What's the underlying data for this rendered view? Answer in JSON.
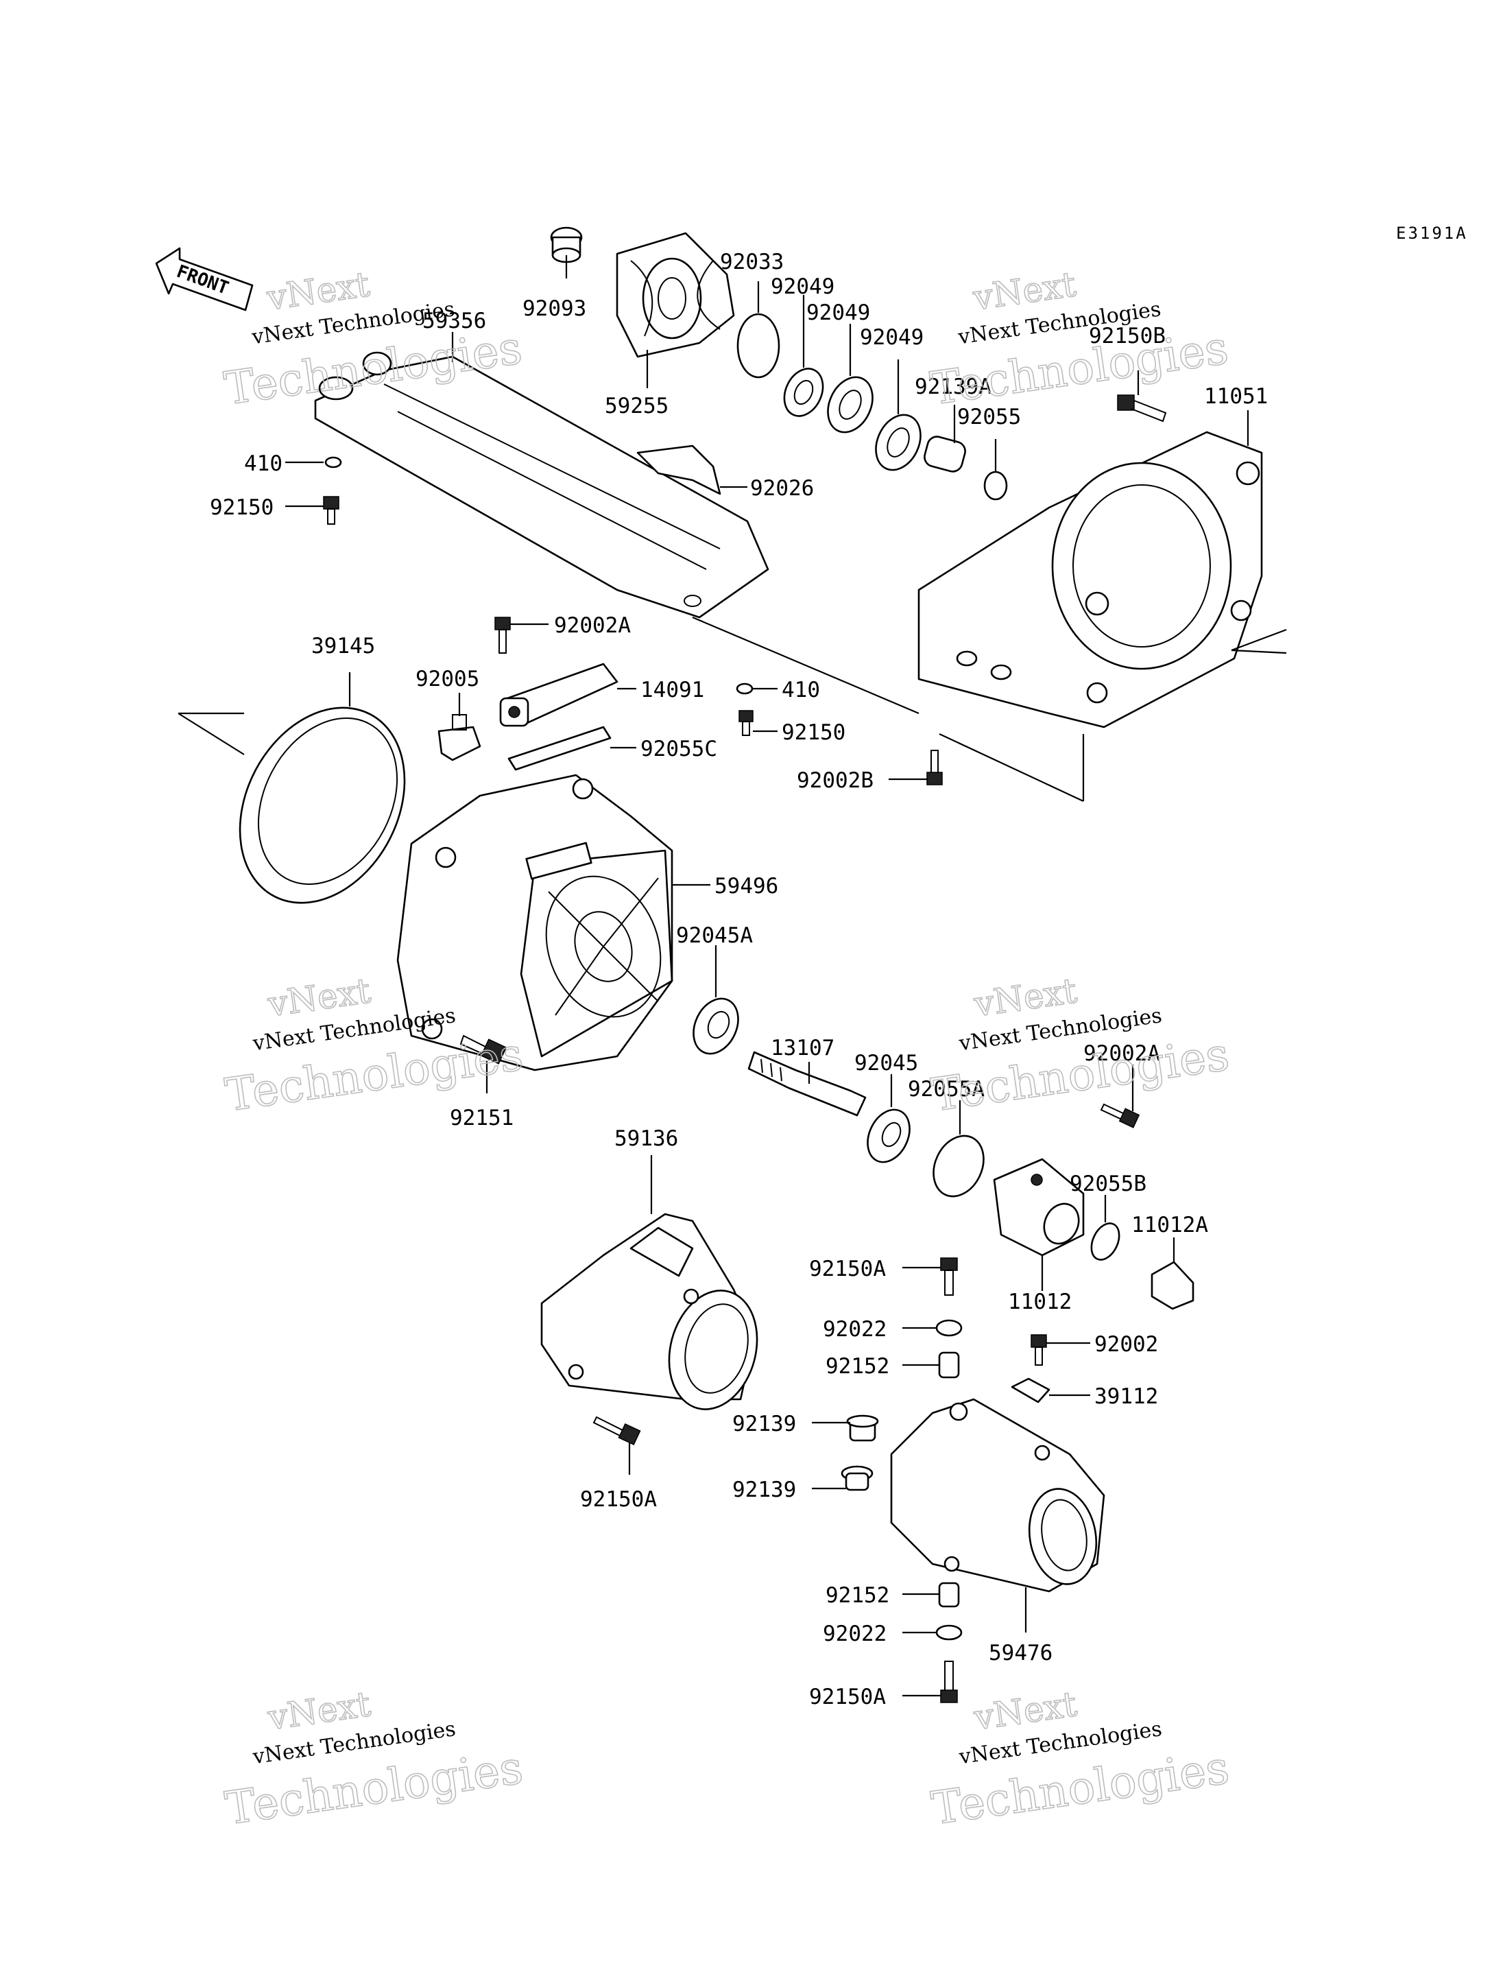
{
  "diagram_code": "E3191A",
  "front_label": "FRONT",
  "watermark": {
    "line1": "vNext",
    "line2": "vNext Technologies",
    "line3": "Technologies"
  },
  "callouts": [
    "92093",
    "59255",
    "92033",
    "92049",
    "92049",
    "92049",
    "92139A",
    "92055",
    "59356",
    "410",
    "92150",
    "92026",
    "92150B",
    "11051",
    "92002A",
    "39145",
    "92005",
    "14091",
    "92055C",
    "410",
    "92150",
    "92002B",
    "59496",
    "92045A",
    "13107",
    "92045",
    "92055A",
    "92002A",
    "92151",
    "92055B",
    "11012A",
    "11012",
    "59136",
    "92150A",
    "92022",
    "92152",
    "92002",
    "39112",
    "92139",
    "92139",
    "92150A",
    "92152",
    "92022",
    "59476",
    "92150A"
  ]
}
